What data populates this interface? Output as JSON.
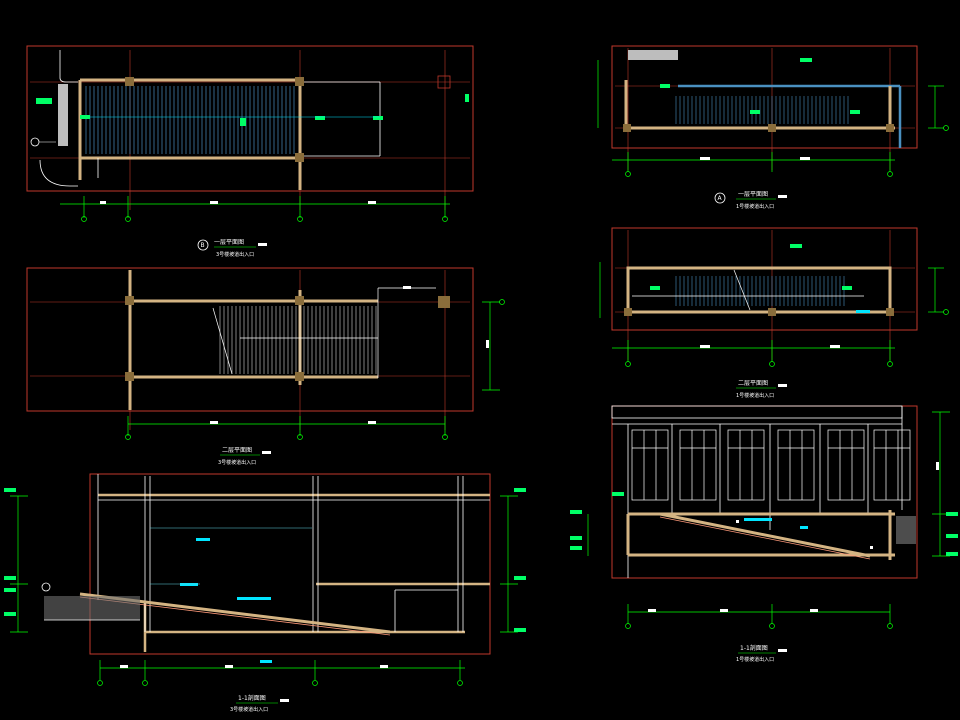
{
  "drawing": {
    "background": "#000000",
    "colors": {
      "frame": "#c0392b",
      "dimension": "#00ff00",
      "wall": "#d4b483",
      "beam": "#e8d6a8",
      "stair": "#4a90c0",
      "text_tag": "#00ff66",
      "white": "#ffffff",
      "cyan": "#00e5ff",
      "cyan_leader": "#5fd3e0"
    },
    "views": [
      {
        "id": "view-plan-1",
        "caption_title": "一层平面图",
        "caption_sub": "3号楼坡道出入口",
        "marker": "B"
      },
      {
        "id": "view-plan-2",
        "caption_title": "二层平面图",
        "caption_sub": "3号楼坡道出入口",
        "marker": ""
      },
      {
        "id": "view-section-1",
        "caption_title": "1-1剖面图",
        "caption_sub": "3号楼坡道出入口",
        "marker": ""
      },
      {
        "id": "view-plan-3",
        "caption_title": "一层平面图",
        "caption_sub": "1号楼坡道出入口",
        "marker": "A"
      },
      {
        "id": "view-plan-4",
        "caption_title": "二层平面图",
        "caption_sub": "1号楼坡道出入口",
        "marker": ""
      },
      {
        "id": "view-section-2",
        "caption_title": "1-1剖面图",
        "caption_sub": "1号楼坡道出入口",
        "marker": ""
      }
    ]
  }
}
